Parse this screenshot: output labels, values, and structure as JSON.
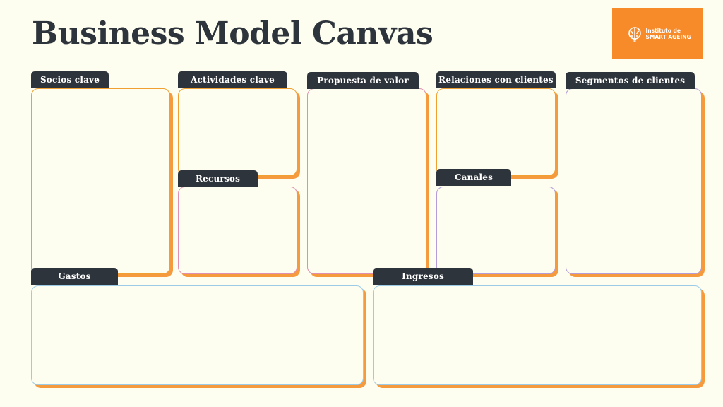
{
  "title": "Business Model Canvas",
  "logo": {
    "line1": "Instituto de",
    "line2": "SMART AGEING"
  },
  "colors": {
    "background": "#fdfdf0",
    "tab": "#2e343b",
    "accent_orange": "#f78b2a",
    "border_orange": "#f0a030",
    "border_pink": "#e08fb0",
    "border_purple": "#b49cd8",
    "border_blue": "#9ccbe8"
  },
  "blocks": {
    "socios": "Socios clave",
    "actividades": "Actividades clave",
    "recursos": "Recursos",
    "propuesta": "Propuesta de valor",
    "relaciones": "Relaciones con clientes",
    "canales": "Canales",
    "segmentos": "Segmentos de clientes",
    "gastos": "Gastos",
    "ingresos": "Ingresos"
  }
}
